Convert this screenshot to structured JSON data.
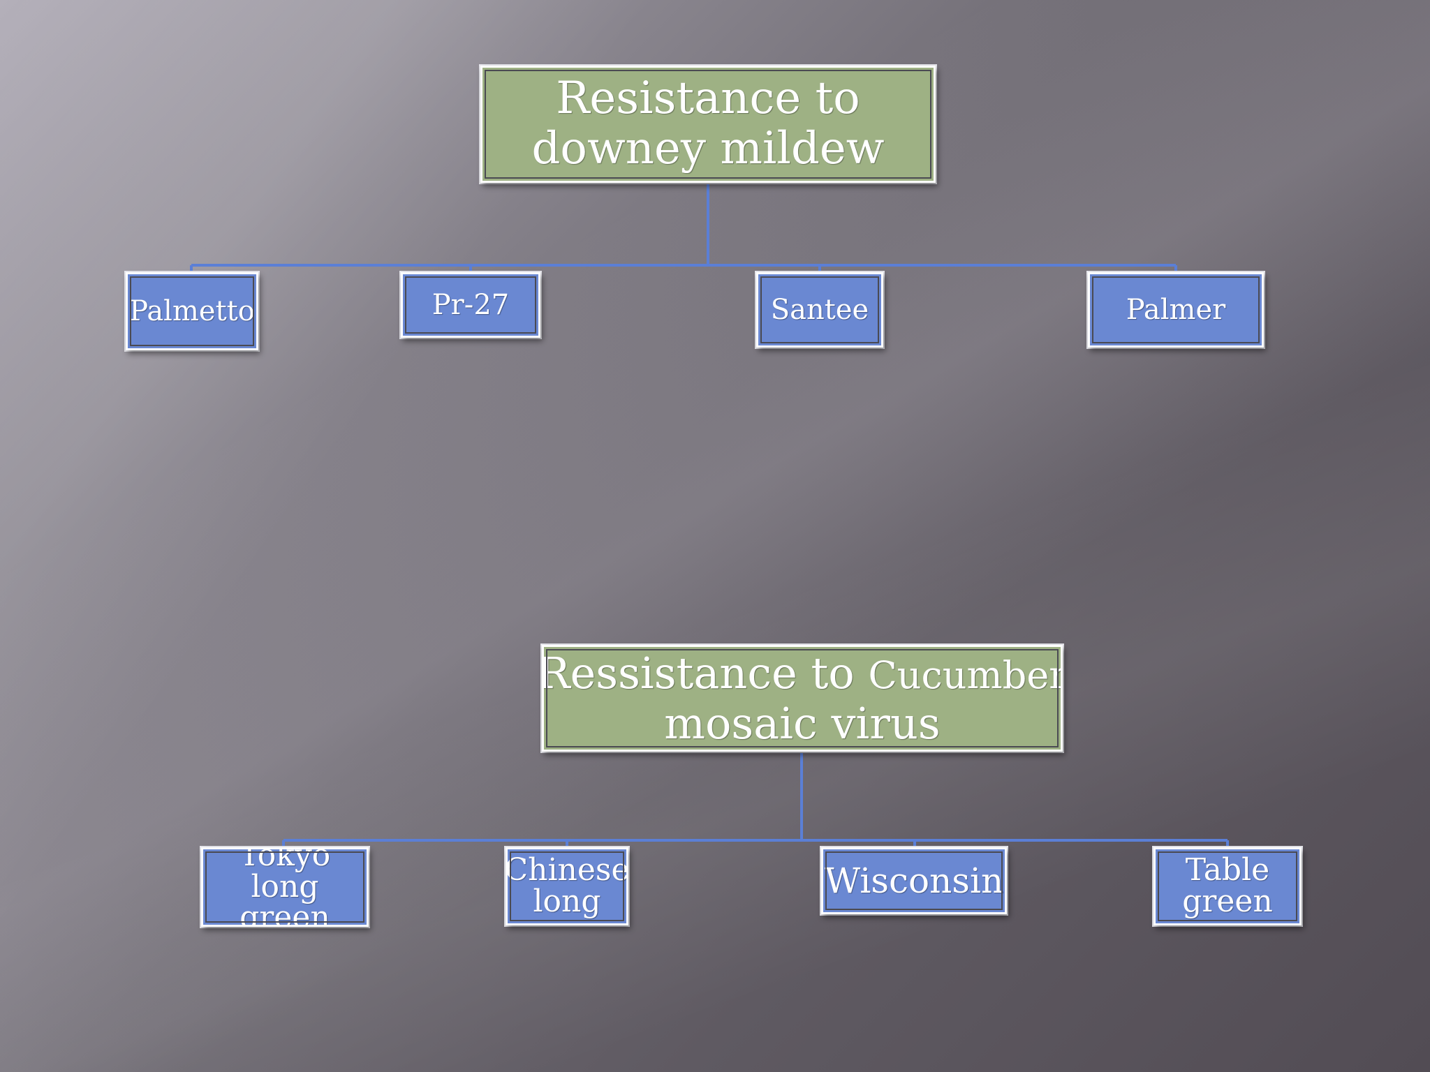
{
  "diagram": {
    "tree1": {
      "root": "Resistance to downey mildew",
      "children": [
        "Palmetto",
        "Pr-27",
        "Santee",
        "Palmer"
      ]
    },
    "tree2": {
      "root_part1": "Ressistance to ",
      "root_part2": "Cucumber",
      "root_line2": "mosaic virus",
      "children": [
        {
          "line1": "Tokyo",
          "line2": "long green"
        },
        {
          "line1": "Chinese",
          "line2": "long"
        },
        {
          "line1": "Wisconsin",
          "line2": ""
        },
        {
          "line1": "Table",
          "line2": "green"
        }
      ]
    },
    "colors": {
      "root_fill": "#9eb184",
      "leaf_fill": "#6a88d2",
      "connector": "#5b7fd6"
    }
  }
}
